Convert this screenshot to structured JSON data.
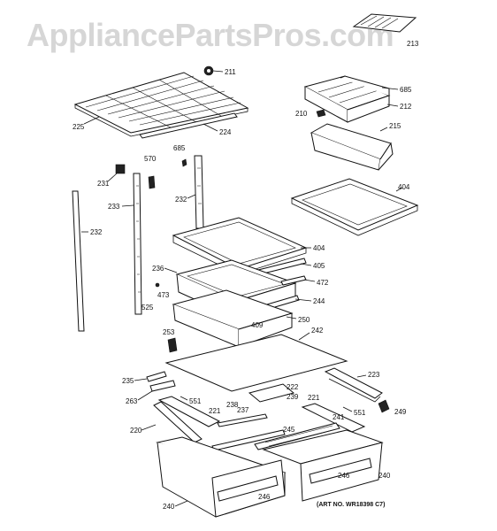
{
  "watermark": "AppliancePartsPros.com",
  "art_number": "(ART NO. WR18398 C7)",
  "callouts": {
    "c213": "213",
    "c211": "211",
    "c685a": "685",
    "c212": "212",
    "c225": "225",
    "c224": "224",
    "c210": "210",
    "c215": "215",
    "c685b": "685",
    "c570": "570",
    "c231": "231",
    "c233": "233",
    "c232a": "232",
    "c404a": "404",
    "c232b": "232",
    "c404b": "404",
    "c405": "405",
    "c236": "236",
    "c472": "472",
    "c473": "473",
    "c244": "244",
    "c525": "525",
    "c250": "250",
    "c409": "409",
    "c253": "253",
    "c242": "242",
    "c235": "235",
    "c223": "223",
    "c222": "222",
    "c239": "239",
    "c263": "263",
    "c551a": "551",
    "c221a": "221",
    "c221b": "221",
    "c238": "238",
    "c237": "237",
    "c551b": "551",
    "c249": "249",
    "c220": "220",
    "c241": "241",
    "c245": "245",
    "c246a": "246",
    "c246b": "246",
    "c240a": "240",
    "c240b": "240"
  }
}
